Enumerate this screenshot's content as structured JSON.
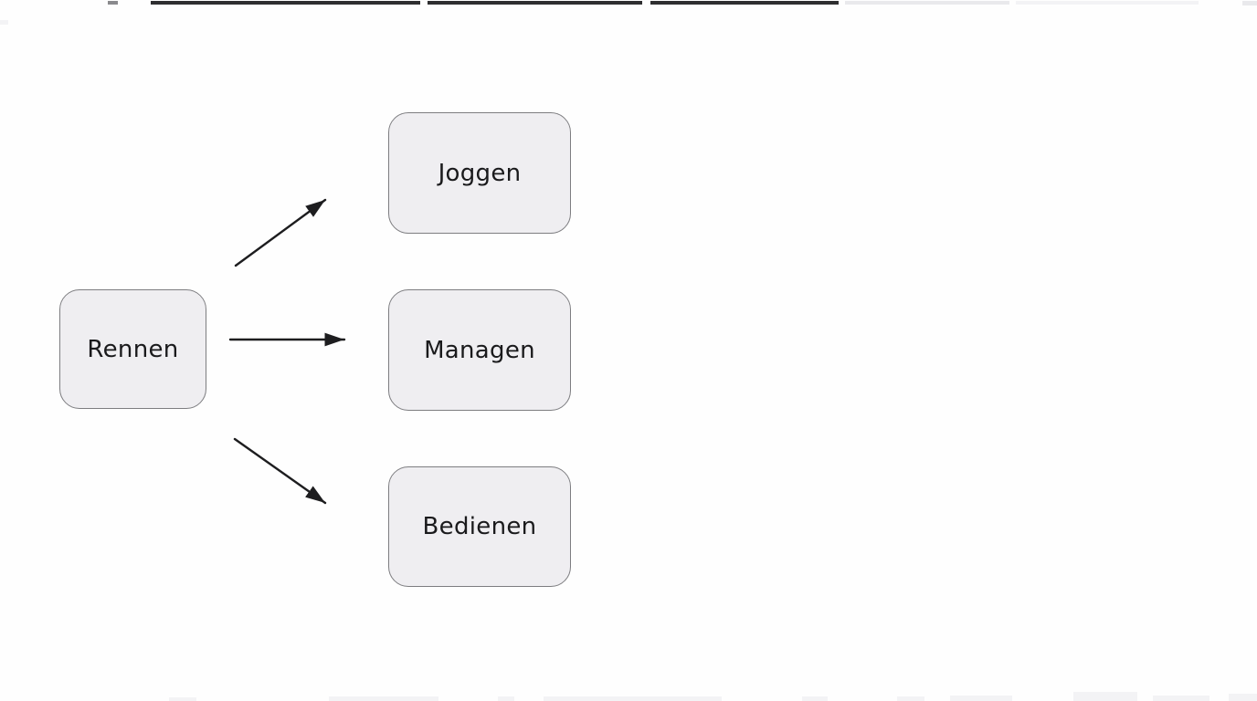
{
  "diagram": {
    "title": "",
    "nodes": [
      {
        "id": "rennen",
        "label": "Rennen"
      },
      {
        "id": "joggen",
        "label": "Joggen"
      },
      {
        "id": "managen",
        "label": "Managen"
      },
      {
        "id": "bedienen",
        "label": "Bedienen"
      }
    ],
    "edges": [
      {
        "from": "rennen",
        "to": "joggen",
        "style": "arrow"
      },
      {
        "from": "rennen",
        "to": "managen",
        "style": "arrow"
      },
      {
        "from": "rennen",
        "to": "bedienen",
        "style": "arrow"
      }
    ],
    "colors": {
      "background": "#fefefe",
      "node_fill": "#efeef1",
      "node_border": "#7d7d80",
      "node_text": "#1a1a1c",
      "arrow": "#1d1d1f"
    }
  }
}
